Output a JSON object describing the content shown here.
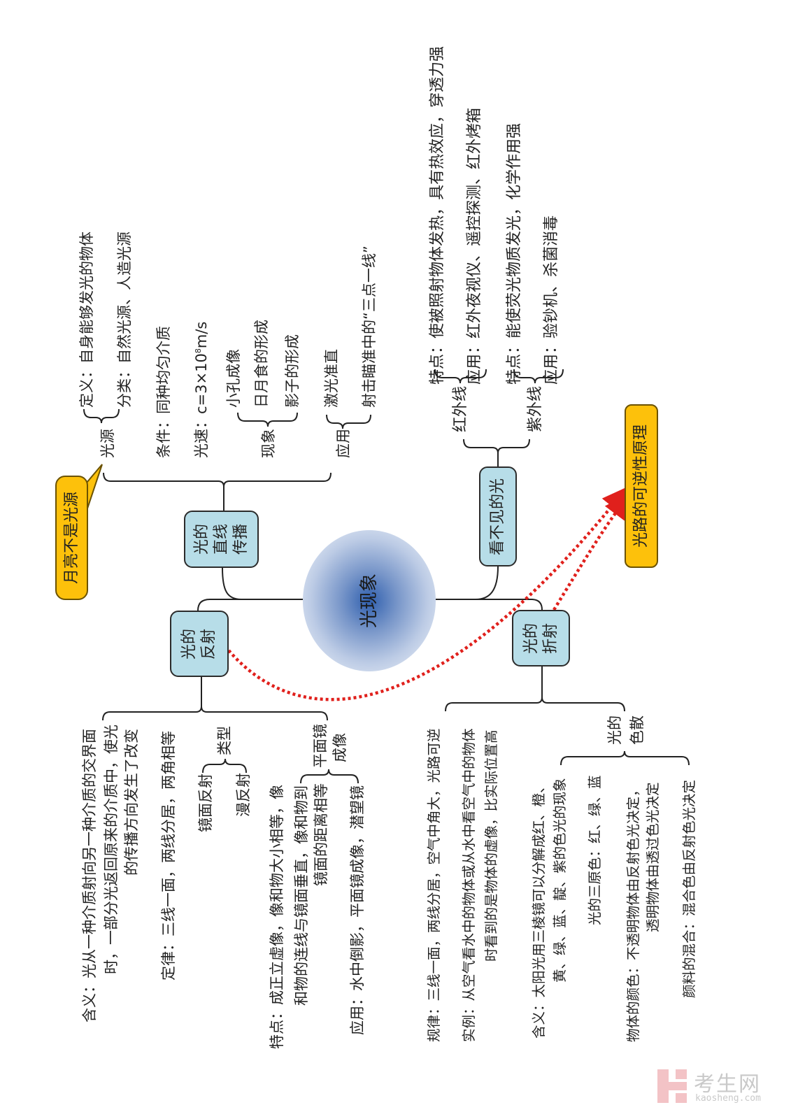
{
  "center": "光现象",
  "rectilinear": {
    "label": [
      "光的",
      "直线",
      "传播"
    ],
    "note": "月亮不是光源",
    "light_source": {
      "label": "光源",
      "definition": "定义：自身能够发光的物体",
      "classification": "分类：自然光源、人造光源"
    },
    "condition": "条件：同种均匀介质",
    "speed": {
      "prefix": "光速：",
      "value": "c=3×10",
      "exp": "8",
      "unit": "m/s"
    },
    "phenomena": {
      "label": "现象",
      "items": [
        "小孔成像",
        "日月食的形成",
        "影子的形成"
      ]
    },
    "applications": {
      "label": "应用",
      "items": [
        "激光准直",
        "射击瞄准中的“三点一线”"
      ]
    }
  },
  "reflection": {
    "label": [
      "光的",
      "反射"
    ],
    "meaning": [
      "含义：光从一种介质射向另一种介质的交界面",
      "时，一部分光返回原来的介质中，使光",
      "的传播方向发生了改变"
    ],
    "law": "定律：三线一面，两线分居，两角相等",
    "types": {
      "label": "类型",
      "items": [
        "镜面反射",
        "漫反射"
      ]
    },
    "plane_mirror": {
      "label": [
        "平面镜",
        "成像"
      ],
      "features": [
        "特点：成正立虚像，像和物大小相等，像",
        "和物的连线与镜面垂直，像和物到",
        "镜面的距离相等"
      ],
      "application": "应用：水中倒影，平面镜成像，潜望镜"
    }
  },
  "refraction": {
    "label": [
      "光的",
      "折射"
    ],
    "law": "规律：三线一面，两线分居，空气中角大，光路可逆",
    "example": [
      "实例：从空气看水中的物体或从水中看空气中的物体",
      "时看到的是物体的虚像，比实际位置高"
    ],
    "dispersion": {
      "label": [
        "光的",
        "色散"
      ],
      "meaning": [
        "含义：太阳光用三棱镜可以分解成红、橙、",
        "黄、绿、蓝、靛、紫的色光的现象"
      ],
      "primaries": "光的三原色：红、绿、蓝",
      "object_color": [
        "物体的颜色：不透明物体由反射色光决定，",
        "透明物体由透过色光决定"
      ],
      "pigment": "颜料的混合：混合色由反射色光决定"
    }
  },
  "invisible": {
    "label": "看不见的光",
    "infrared": {
      "label": "红外线",
      "features": "特点：使被照射物体发热，具有热效应，穿透力强",
      "applications": "应用：红外夜视仪、遥控探测、红外烤箱"
    },
    "ultraviolet": {
      "label": "紫外线",
      "features": "特点：能使荧光物质发光，化学作用强",
      "applications": "应用：验钞机、杀菌消毒"
    }
  },
  "reversibility": "光路的可逆性原理",
  "colors": {
    "node_fill": "#b7dde8",
    "highlight_fill": "#fdc10b",
    "arrow": "#e0201c",
    "center": "#2f5fae"
  },
  "watermark": {
    "name": "考生网",
    "url": "kaosheng.com"
  }
}
